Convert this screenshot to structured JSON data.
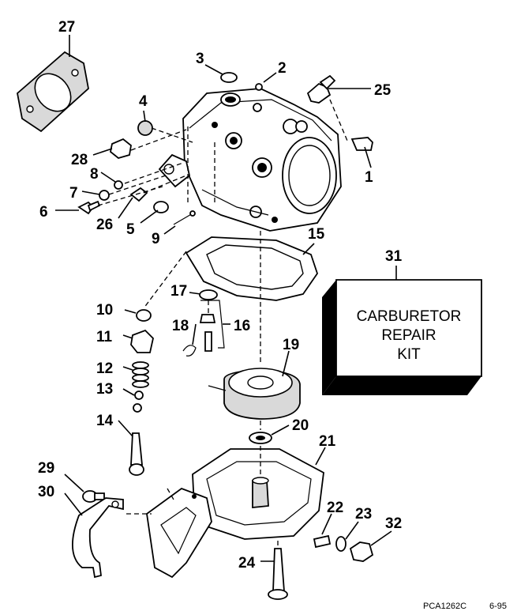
{
  "callouts": {
    "c1": "1",
    "c2": "2",
    "c3": "3",
    "c4": "4",
    "c5": "5",
    "c6": "6",
    "c7": "7",
    "c8": "8",
    "c9": "9",
    "c10": "10",
    "c11": "11",
    "c12": "12",
    "c13": "13",
    "c14": "14",
    "c15": "15",
    "c16": "16",
    "c17": "17",
    "c18": "18",
    "c19": "19",
    "c20": "20",
    "c21": "21",
    "c22": "22",
    "c23": "23",
    "c24": "24",
    "c25": "25",
    "c26": "26",
    "c27": "27",
    "c28": "28",
    "c29": "29",
    "c30": "30",
    "c31": "31",
    "c32": "32"
  },
  "kit": {
    "line1": "CARBURETOR",
    "line2": "REPAIR",
    "line3": "KIT"
  },
  "footer": {
    "code": "PCA1262C",
    "date": "6-95"
  }
}
